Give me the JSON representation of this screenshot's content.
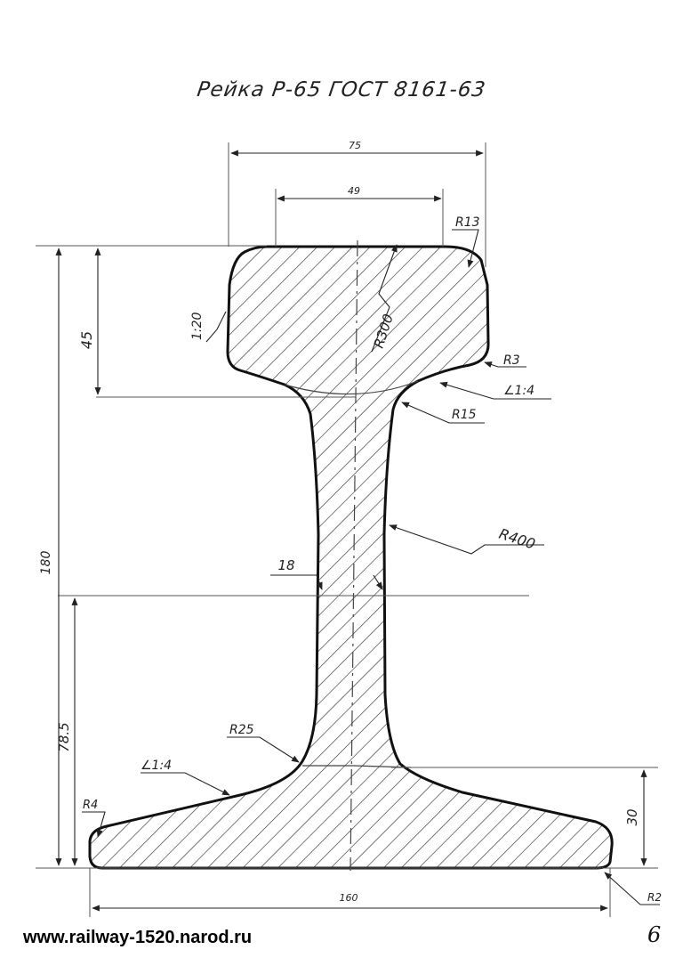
{
  "title": "Рейка Р-65 ГОСТ 8161-63",
  "footer": {
    "url": "www.railway-1520.narod.ru",
    "page_number": "6"
  },
  "dimensions": {
    "head_width": "75",
    "head_top_width": "49",
    "height_total": "180",
    "head_height": "45",
    "web_thickness": "18",
    "web_center_height": "78.5",
    "base_height": "30",
    "base_width": "160"
  },
  "radii": {
    "r13": "R13",
    "r300": "R300",
    "r3": "R3",
    "r15": "R15",
    "r400": "R400",
    "r25": "R25",
    "r4": "R4",
    "r2": "R2"
  },
  "slopes": {
    "head_side": "1:20",
    "head_under": "∠1:4",
    "base_top": "∠1:4"
  }
}
